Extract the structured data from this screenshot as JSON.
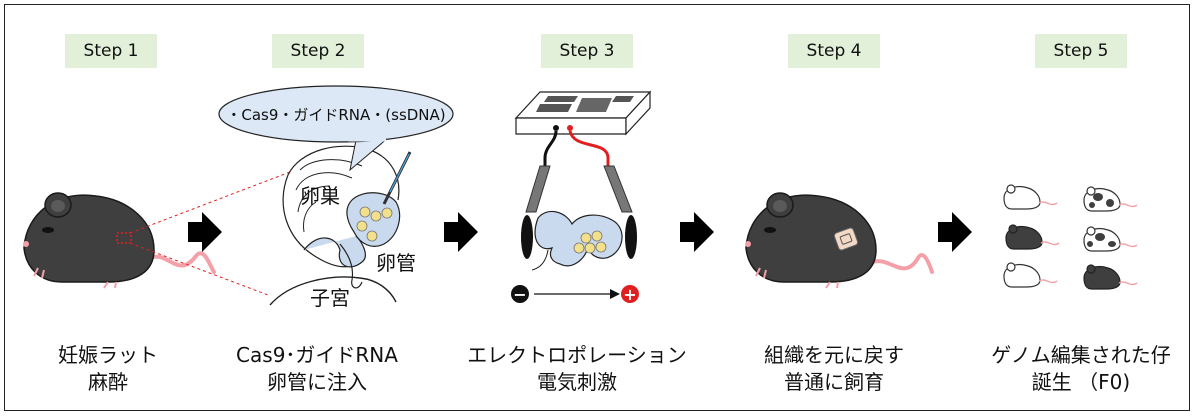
{
  "steps": [
    {
      "label": "Step 1",
      "caption_lines": [
        "妊娠ラット",
        "麻酔"
      ]
    },
    {
      "label": "Step 2",
      "caption_lines": [
        "Cas9･ガイドRNA",
        "卵管に注入"
      ]
    },
    {
      "label": "Step 3",
      "caption_lines": [
        "エレクトロポレーション",
        "電気刺激"
      ]
    },
    {
      "label": "Step 4",
      "caption_lines": [
        "組織を元に戻す",
        "普通に飼育"
      ]
    },
    {
      "label": "Step 5",
      "caption_lines": [
        "ゲノム編集された仔",
        "誕生 （F0)"
      ]
    }
  ],
  "step2": {
    "bubble_text": "・Cas9・ガイドRNA・(ssDNA)",
    "label_ovary": "卵巣",
    "label_oviduct": "卵管",
    "label_uterus": "子宮"
  },
  "step3": {
    "negative_symbol": "−",
    "positive_symbol": "+"
  },
  "colors": {
    "step_label_bg": "#e2efd9",
    "rat_body": "#3f3f3f",
    "rat_tail": "#f4a0a8",
    "bubble_fill": "#dce8f5",
    "tissue_fill": "#c9d9ee",
    "egg_fill": "#f3e08a",
    "electrode_negative": "#111111",
    "electrode_positive": "#e02020"
  }
}
